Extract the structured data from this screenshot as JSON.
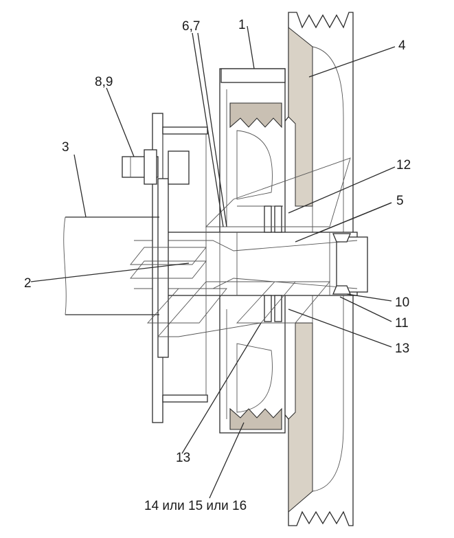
{
  "diagram": {
    "labels": {
      "l1": "1",
      "l2": "2",
      "l3": "3",
      "l4": "4",
      "l5": "5",
      "l67": "6,7",
      "l89": "8,9",
      "l10": "10",
      "l11": "11",
      "l12": "12",
      "l13a": "13",
      "l13b": "13",
      "l14": "14 или 15 или 16"
    }
  }
}
